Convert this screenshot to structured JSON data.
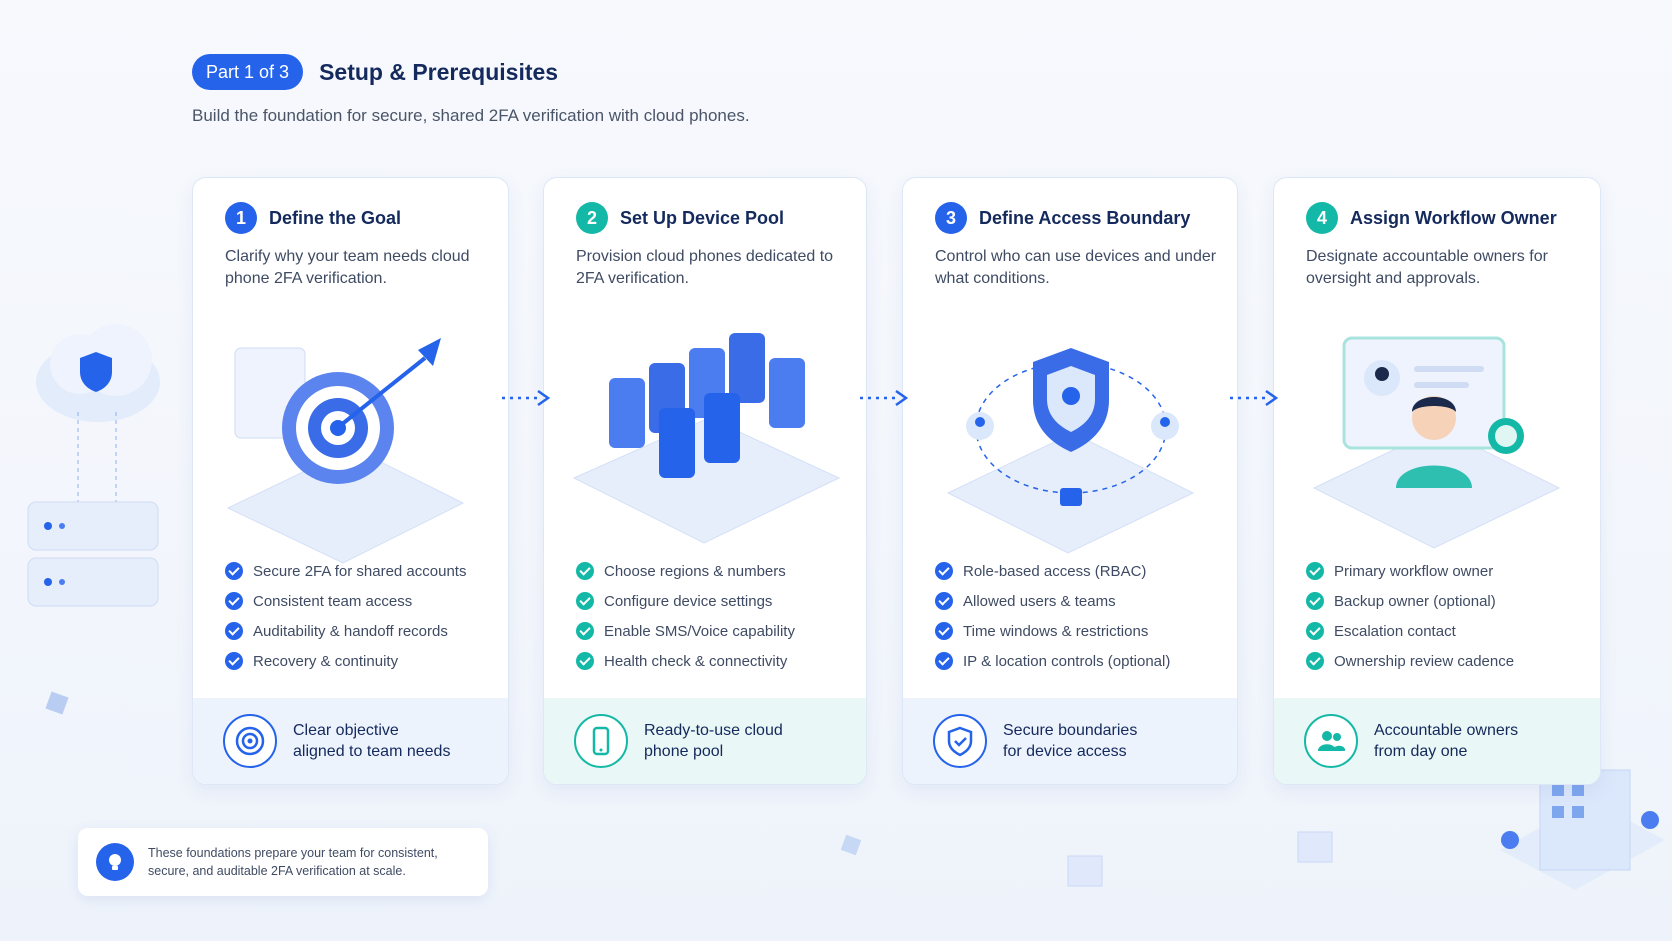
{
  "header": {
    "part_label": "Part 1 of 3",
    "title": "Setup & Prerequisites",
    "subtitle": "Build the foundation for secure, shared 2FA verification with cloud phones."
  },
  "steps": [
    {
      "number": "1",
      "title": "Define the Goal",
      "description": "Clarify why your team needs cloud phone 2FA verification.",
      "items": [
        "Secure 2FA for shared accounts",
        "Consistent team access",
        "Auditability & handoff records",
        "Recovery & continuity"
      ],
      "footer": "Clear objective\naligned to team needs",
      "accent": "#2563eb",
      "icon": "target-icon"
    },
    {
      "number": "2",
      "title": "Set Up Device Pool",
      "description": "Provision cloud phones dedicated to 2FA verification.",
      "items": [
        "Choose regions & numbers",
        "Configure device settings",
        "Enable SMS/Voice capability",
        "Health check & connectivity"
      ],
      "footer": "Ready-to-use cloud\nphone pool",
      "accent": "#14b8a6",
      "icon": "phone-icon"
    },
    {
      "number": "3",
      "title": "Define Access Boundary",
      "description": "Control who can use devices and under what conditions.",
      "items": [
        "Role-based access (RBAC)",
        "Allowed users & teams",
        "Time windows & restrictions",
        "IP & location controls (optional)"
      ],
      "footer": "Secure boundaries\nfor device access",
      "accent": "#2563eb",
      "icon": "shield-icon"
    },
    {
      "number": "4",
      "title": "Assign Workflow Owner",
      "description": "Designate accountable owners for oversight and approvals.",
      "items": [
        "Primary workflow owner",
        "Backup owner (optional)",
        "Escalation contact",
        "Ownership review cadence"
      ],
      "footer": "Accountable owners\nfrom day one",
      "accent": "#14b8a6",
      "icon": "users-icon"
    }
  ],
  "note": {
    "text": "These foundations prepare your team for consistent, secure, and auditable 2FA verification at scale.",
    "icon": "lightbulb-icon"
  }
}
